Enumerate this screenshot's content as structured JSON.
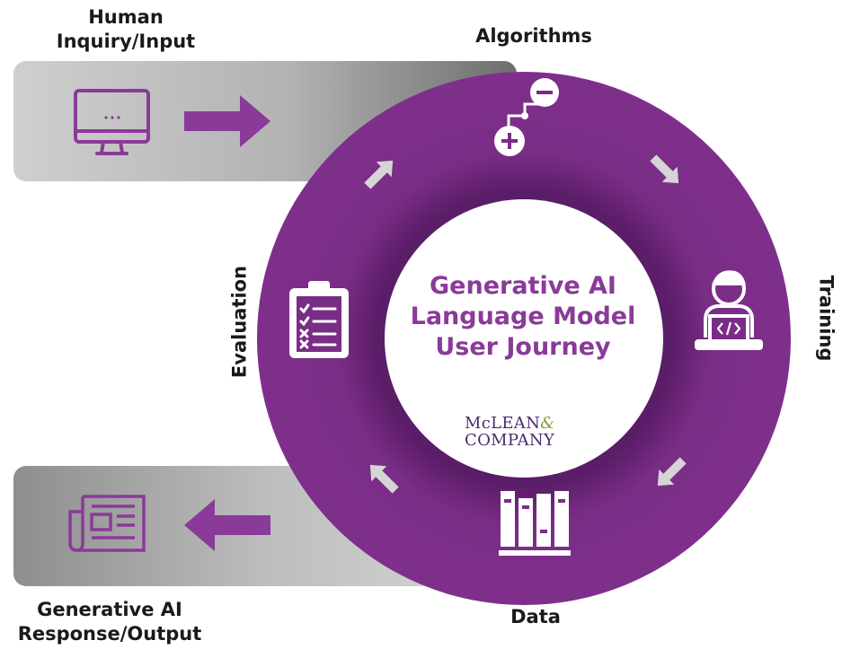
{
  "labels": {
    "input_line1": "Human",
    "input_line2": "Inquiry/Input",
    "algorithms": "Algorithms",
    "training": "Training",
    "data": "Data",
    "evaluation": "Evaluation",
    "output_line1": "Generative AI",
    "output_line2": "Response/Output"
  },
  "center": {
    "line1": "Generative AI",
    "line2": "Language Model",
    "line3": "User Journey"
  },
  "logo": {
    "line1": "McLEAN",
    "amp": "&",
    "line2": "COMPANY"
  },
  "icons": {
    "input": "monitor-icon",
    "algorithms": "plus-minus-icon",
    "training": "developer-icon",
    "data": "books-icon",
    "evaluation": "checklist-icon",
    "output": "newspaper-icon"
  },
  "colors": {
    "ring": "#7a2d86",
    "ring_dark": "#5e1f6b",
    "accent": "#8a3a98",
    "band_light": "#d6d6d6",
    "band_dark": "#7a7a7a",
    "flow_arrow": "#d5d5d5"
  }
}
